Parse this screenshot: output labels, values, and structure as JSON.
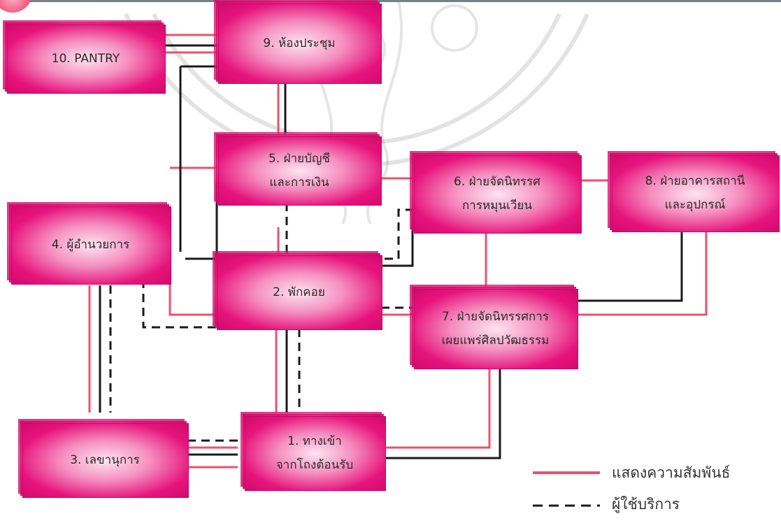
{
  "boxes": [
    {
      "id": "pantry",
      "lines": [
        "10. PANTRY"
      ]
    },
    {
      "id": "meeting",
      "lines": [
        "9. ห้องประชุม"
      ]
    },
    {
      "id": "accounting",
      "lines": [
        "5. ฝ่ายบัญชี",
        "และการเงิน"
      ]
    },
    {
      "id": "exhibition-rotation",
      "lines": [
        "6. ฝ่ายจัดนิทรรศ",
        "การหมุนเวียน"
      ]
    },
    {
      "id": "building-facilities",
      "lines": [
        "8. ฝ่ายอาคารสถานี",
        "และอุปกรณ์"
      ]
    },
    {
      "id": "director",
      "lines": [
        "4. ผู้อำนวยการ"
      ]
    },
    {
      "id": "rest-area",
      "lines": [
        "2. พักคอย"
      ]
    },
    {
      "id": "exhibition-culture",
      "lines": [
        "7. ฝ่ายจัดนิทรรศการ",
        "เผยแพร่ศิลปวัฒธรรม"
      ]
    },
    {
      "id": "secretary",
      "lines": [
        "3. เลขานุการ"
      ]
    },
    {
      "id": "entrance",
      "lines": [
        "1. ทางเข้า",
        "จากโถงต้อนรับ"
      ]
    }
  ],
  "legend": {
    "relation_label": "แสดงความสัมพันธ์",
    "service_label": "ผู้ใช้บริการ"
  },
  "colors": {
    "relation_line": "#f0506a",
    "service_line": "#1a1a1a",
    "box_fill": "#e6147c"
  }
}
